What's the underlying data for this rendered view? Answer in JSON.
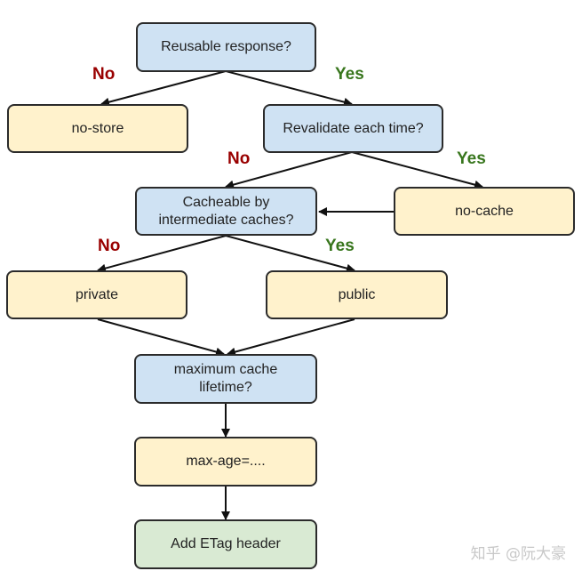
{
  "diagram": {
    "nodes": {
      "reusable": "Reusable response?",
      "no_store": "no-store",
      "revalidate": "Revalidate each time?",
      "cacheable_line1": "Cacheable by",
      "cacheable_line2": "intermediate caches?",
      "no_cache": "no-cache",
      "private": "private",
      "public": "public",
      "max_lifetime_line1": "maximum cache",
      "max_lifetime_line2": "lifetime?",
      "max_age": "max-age=....",
      "etag": "Add ETag header"
    },
    "labels": {
      "no": "No",
      "yes": "Yes"
    },
    "colors": {
      "question": "#cfe2f3",
      "directive": "#fff2cc",
      "final": "#d9ead3",
      "no": "#990000",
      "yes": "#38761d"
    }
  },
  "watermark": "知乎 @阮大豪"
}
